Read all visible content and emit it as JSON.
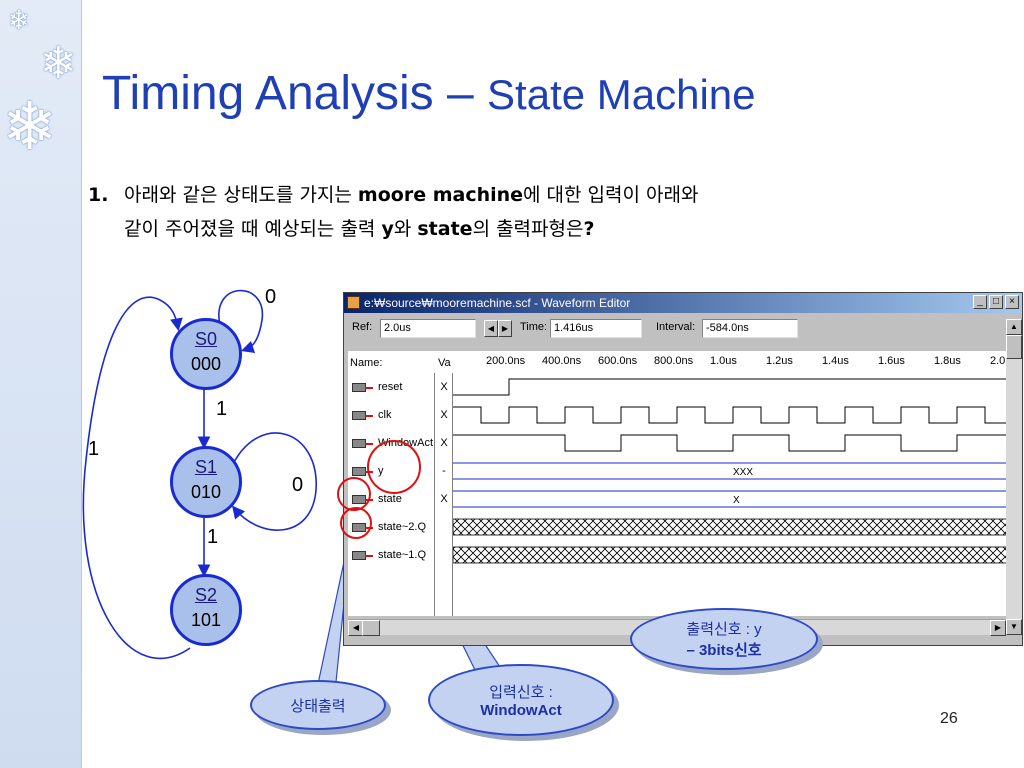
{
  "title": {
    "main": "Timing Analysis – ",
    "sub": "State Machine"
  },
  "question": {
    "number": "1.",
    "line1_a": "아래와 같은 상태도를 가지는 ",
    "line1_b": "moore machine",
    "line1_c": "에 대한 입력이 아래와",
    "line2_a": "같이 주어졌을 때 예상되는 출력 ",
    "line2_b": "y",
    "line2_c": "와 ",
    "line2_d": "state",
    "line2_e": "의 출력파형은",
    "line2_f": "?"
  },
  "state_diagram": {
    "states": [
      {
        "name": "S0",
        "code": "000"
      },
      {
        "name": "S1",
        "code": "010"
      },
      {
        "name": "S2",
        "code": "101"
      }
    ],
    "transitions": {
      "s0_self": "0",
      "s0_to_s1": "1",
      "s1_self": "0",
      "s1_to_s2": "1",
      "s2_to_s0": "1"
    }
  },
  "waveform_editor": {
    "window_title": "e:₩source₩mooremachine.scf - Waveform Editor",
    "ref_label": "Ref:",
    "ref_value": "2.0us",
    "time_label": "Time:",
    "time_value": "1.416us",
    "interval_label": "Interval:",
    "interval_value": "-584.0ns",
    "name_header": "Name:",
    "value_header": "Va",
    "timeline": [
      "200.0ns",
      "400.0ns",
      "600.0ns",
      "800.0ns",
      "1.0us",
      "1.2us",
      "1.4us",
      "1.6us",
      "1.8us",
      "2.0"
    ],
    "signals": [
      {
        "name": "reset",
        "value": "X"
      },
      {
        "name": "clk",
        "value": "X"
      },
      {
        "name": "WindowAct",
        "value": "X"
      },
      {
        "name": "y",
        "value": "-"
      },
      {
        "name": "state",
        "value": "X"
      },
      {
        "name": "state~2.Q",
        "value": ""
      },
      {
        "name": "state~1.Q",
        "value": ""
      }
    ],
    "bus_labels": {
      "y": "XXX",
      "state": "X"
    },
    "minimize": "_",
    "maximize": "□",
    "close": "×"
  },
  "callouts": {
    "output_signal_1": "출력신호 : y",
    "output_signal_2": "– 3bits신호",
    "state_output": "상태출력",
    "input_signal_1": "입력신호 :",
    "input_signal_2": "WindowAct"
  },
  "page_number": "26",
  "colors": {
    "title": "#1f3fb4",
    "state_fill": "#a9c1ea",
    "state_border": "#1a2ad2",
    "callout_fill": "#c3d2f1",
    "highlight_circle": "#e01010"
  }
}
